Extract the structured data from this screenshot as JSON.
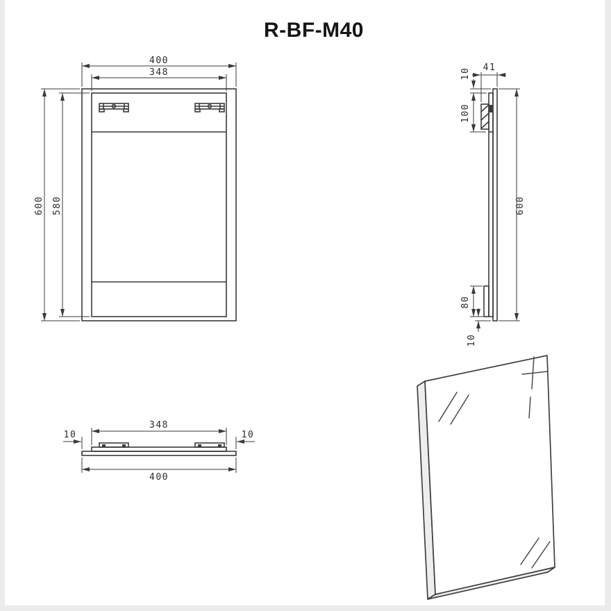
{
  "title": "R-BF-M40",
  "colors": {
    "line": "#3a3a3a",
    "background": "#ffffff"
  },
  "front_view": {
    "width_outer": "400",
    "width_inner": "348",
    "height_outer": "600",
    "height_inner": "580"
  },
  "side_view": {
    "top_inset": "10",
    "depth": "41",
    "bracket_zone": "100",
    "height": "600",
    "bottom_pad": "80",
    "bottom_inset": "10"
  },
  "bottom_view": {
    "width_inner": "348",
    "left_edge": "10",
    "right_edge": "10",
    "width_outer": "400"
  }
}
